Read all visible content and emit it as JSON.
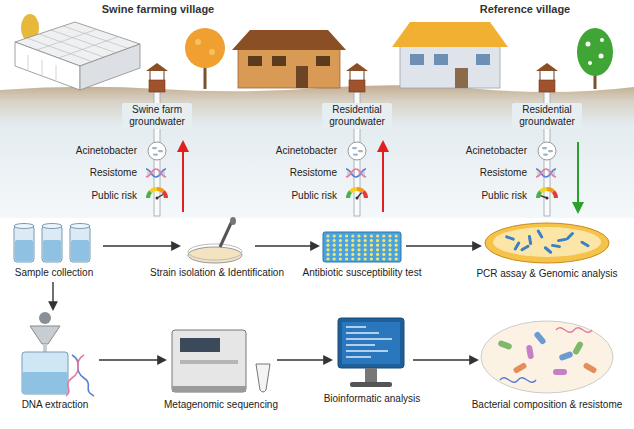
{
  "diagram": {
    "nodes": [
      {
        "text": [
          "Sample collection"
        ]
      },
      {
        "text": [
          "Strain isolation & Identification"
        ]
      },
      {
        "text": [
          "Antibiotic susceptibility test"
        ]
      },
      {
        "text": [
          "PCR assay & Genomic analysis"
        ]
      },
      {
        "text": [
          "DNA extraction"
        ]
      },
      {
        "text": [
          "Metagenomic sequencing"
        ]
      },
      {
        "text": [
          "Bioinformatic analysis"
        ]
      },
      {
        "text": [
          "Bacterial composition & resistome"
        ]
      }
    ],
    "edges": [
      {
        "from": 0,
        "to": 1,
        "arrow": "to"
      },
      {
        "from": 1,
        "to": 2,
        "arrow": "to"
      },
      {
        "from": 2,
        "to": 3,
        "arrow": "to"
      },
      {
        "from": 0,
        "to": 4,
        "arrow": "to"
      },
      {
        "from": 4,
        "to": 5,
        "arrow": "to"
      },
      {
        "from": 5,
        "to": 6,
        "arrow": "to"
      },
      {
        "from": 6,
        "to": 7,
        "arrow": "to"
      }
    ],
    "labels": [
      "Swine farming village",
      "Reference village",
      "Swine farm groundwater",
      "Residential groundwater",
      "Residential groundwater",
      "Acinetobacter",
      "Resistome",
      "Public risk",
      "Acinetobacter",
      "Resistome",
      "Public risk",
      "Acinetobacter",
      "Resistome",
      "Public risk"
    ]
  }
}
